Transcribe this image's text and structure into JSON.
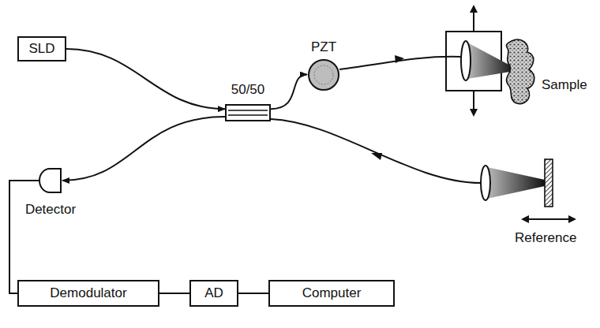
{
  "diagram": {
    "nodes": [
      {
        "text": [
          "SLD"
        ]
      },
      {
        "text": [
          "50/50"
        ]
      },
      {
        "text": [
          "PZT"
        ]
      },
      {
        "text": [
          "Detector"
        ]
      },
      {
        "text": [
          "Demodulator"
        ]
      },
      {
        "text": [
          "AD"
        ]
      },
      {
        "text": [
          "Computer"
        ]
      }
    ],
    "edges": [
      {
        "from": 0,
        "to": 1,
        "arrow": "to"
      },
      {
        "from": 1,
        "to": 2,
        "arrow": "to"
      },
      {
        "from": 1,
        "to": 3,
        "arrow": "to"
      },
      {
        "from": 3,
        "to": 4,
        "arrow": "none"
      },
      {
        "from": 4,
        "to": 5,
        "arrow": "none"
      },
      {
        "from": 5,
        "to": 6,
        "arrow": "none"
      }
    ],
    "labels": [
      "Sample",
      "Reference"
    ]
  }
}
